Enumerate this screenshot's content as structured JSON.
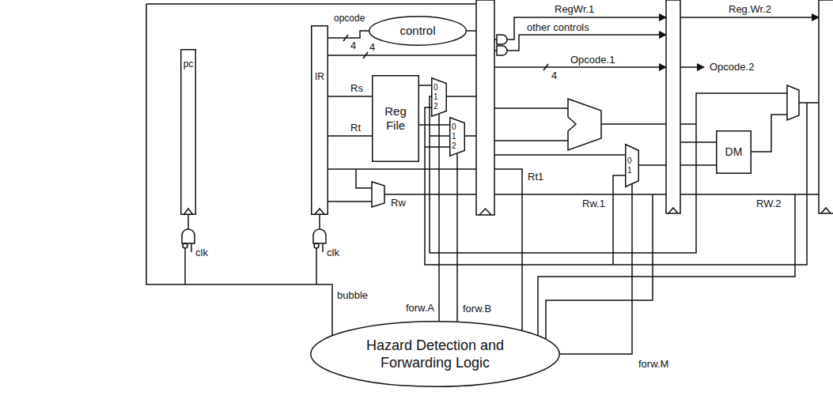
{
  "diagram": {
    "nodes": [
      {
        "text": [
          "pc"
        ]
      },
      {
        "text": [
          "IR"
        ]
      },
      {
        "text": [
          "control"
        ]
      },
      {
        "text": [
          "Reg File"
        ]
      },
      {
        "text": [
          "0",
          "1",
          "2"
        ]
      },
      {
        "text": [
          "0",
          "1",
          "2"
        ]
      },
      {
        "text": [
          "0",
          "1"
        ]
      },
      {
        "text": [
          "DM"
        ]
      },
      {
        "text": [
          "Hazard Detection and Forwarding Logic"
        ]
      }
    ],
    "edges": [
      {
        "from": 1,
        "to": 2,
        "arrow": "none",
        "label": "opcode"
      },
      {
        "from": 1,
        "to": 3,
        "arrow": "none",
        "label": "Rs"
      },
      {
        "from": 1,
        "to": 3,
        "arrow": "none",
        "label": "Rt"
      },
      {
        "from": 3,
        "to": 4,
        "arrow": "none"
      },
      {
        "from": 3,
        "to": 5,
        "arrow": "none"
      },
      {
        "from": 8,
        "to": 4,
        "arrow": "none",
        "label": "forw.A"
      },
      {
        "from": 8,
        "to": 5,
        "arrow": "none",
        "label": "forw.B"
      },
      {
        "from": 8,
        "to": 6,
        "arrow": "none",
        "label": "forw.M"
      }
    ],
    "labels": [
      "RegWr.1",
      "Reg.Wr.2",
      "other controls",
      "4",
      "4",
      "Opcode.1",
      "4",
      "Opcode.2",
      "Rt1",
      "Rw",
      "Rw.1",
      "RW.2",
      "clk",
      "clk",
      "bubble"
    ]
  }
}
